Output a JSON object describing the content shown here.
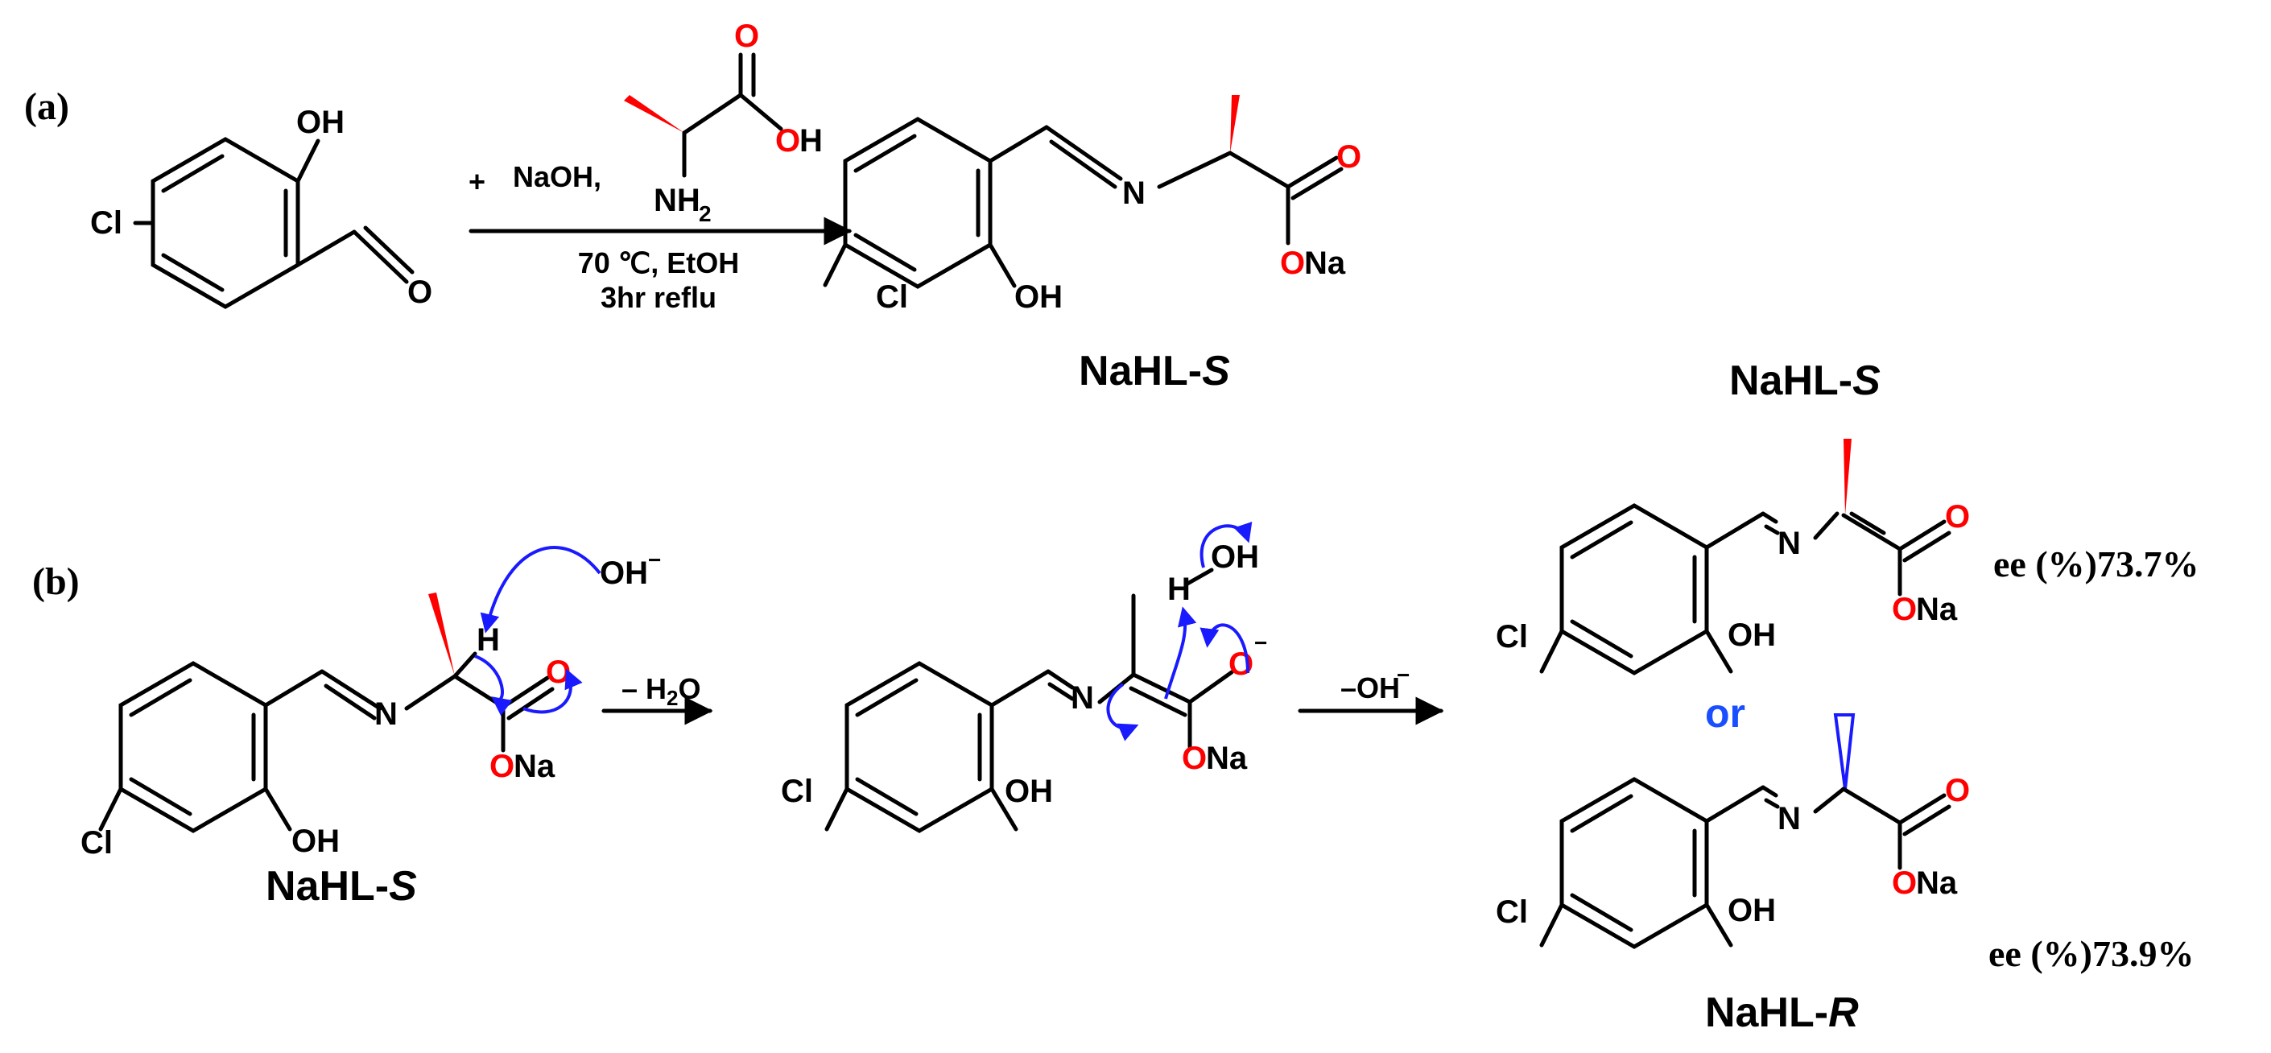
{
  "panels": {
    "a": "(a)",
    "b": "(b)"
  },
  "atoms": {
    "oh": "OH",
    "o": "O",
    "h": "H",
    "n": "N",
    "cl": "Cl",
    "na": "Na",
    "nh": "NH",
    "two": "2",
    "oh_minus": "OH",
    "minus": "−"
  },
  "reaction_a": {
    "plus": "+",
    "reagent": "NaOH,",
    "temp": "70 ℃, EtOH",
    "time": "3hr reflu"
  },
  "reaction_b": {
    "step1_loss": "– H",
    "step1_sub": "2",
    "step1_o": "O",
    "step2_loss": "–OH"
  },
  "names": {
    "product_a_prefix": "NaHL-",
    "product_a_suffix": "S",
    "top_right_prefix": "NaHL-",
    "top_right_suffix": "S",
    "start_b_prefix": "NaHL-",
    "start_b_suffix": "S",
    "bottom_right_prefix": "NaHL-",
    "bottom_right_suffix": "R"
  },
  "or_label": "or",
  "ee_s": "ee (%)73.7%",
  "ee_r": "ee (%)73.9%",
  "colors": {
    "oxygen": "#ff0000",
    "arrow_blue": "#1a1aff",
    "or_blue": "#1a4fff"
  }
}
